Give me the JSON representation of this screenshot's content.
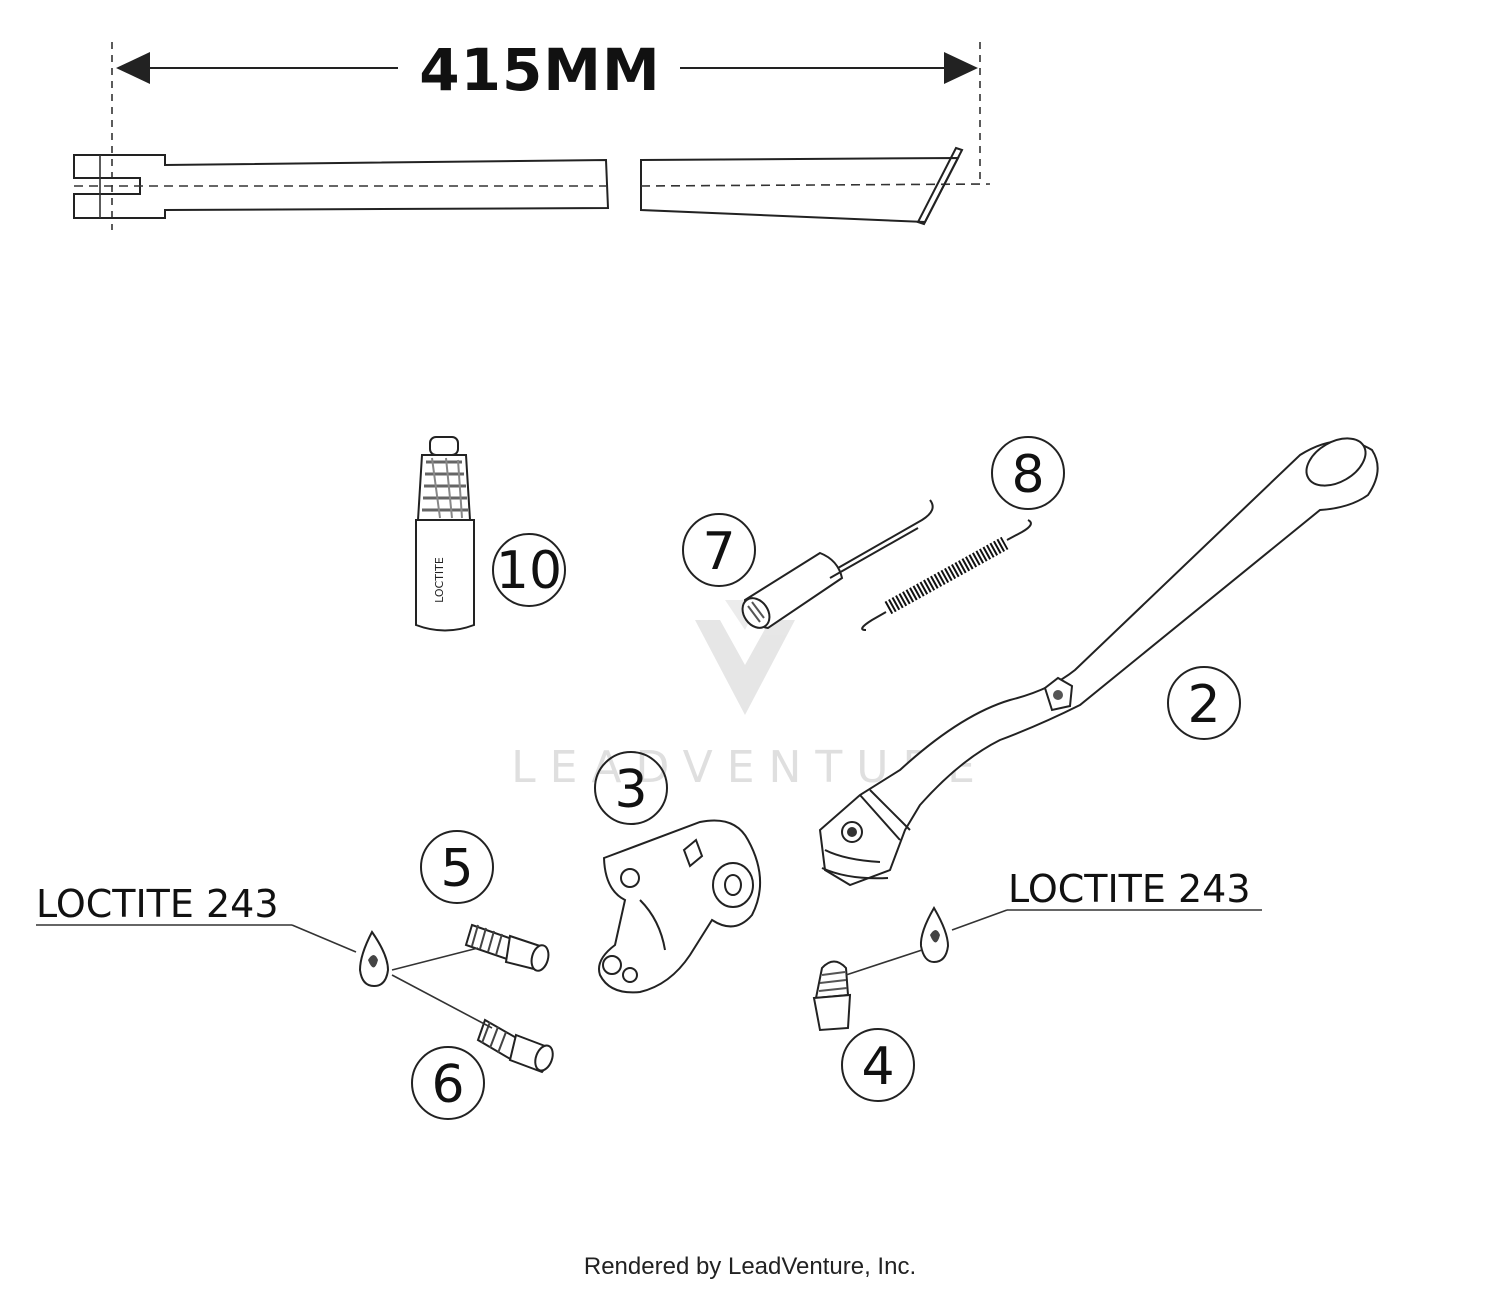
{
  "dimension": {
    "label": "415MM"
  },
  "callouts": [
    {
      "number": "2",
      "part": "side-stand"
    },
    {
      "number": "3",
      "part": "bracket"
    },
    {
      "number": "4",
      "part": "stud"
    },
    {
      "number": "5",
      "part": "bolt"
    },
    {
      "number": "6",
      "part": "bolt"
    },
    {
      "number": "7",
      "part": "spring"
    },
    {
      "number": "8",
      "part": "spring"
    },
    {
      "number": "10",
      "part": "loctite"
    }
  ],
  "notes": {
    "left": "LOCTITE 243",
    "right": "LOCTITE 243",
    "bottle_text": "LOCTITE"
  },
  "watermark": {
    "text": "LEADVENTURE"
  },
  "footer": {
    "text": "Rendered by LeadVenture, Inc."
  }
}
